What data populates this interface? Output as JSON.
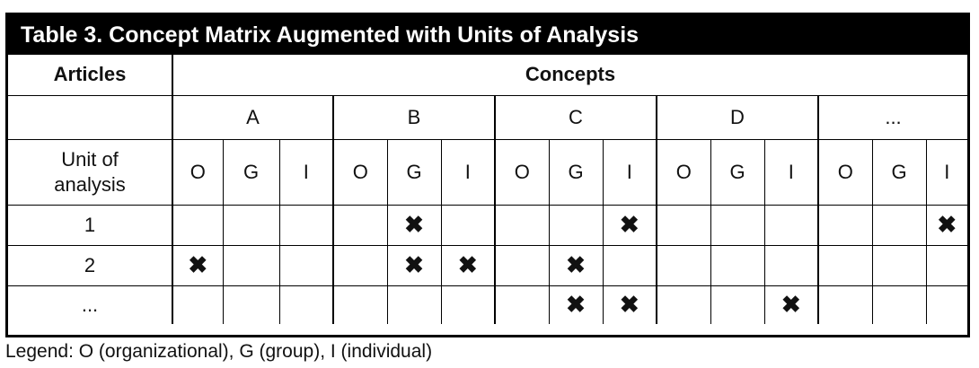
{
  "title": "Table 3.  Concept Matrix Augmented with Units of Analysis",
  "header": {
    "articles": "Articles",
    "concepts": "Concepts"
  },
  "concept_groups": [
    "A",
    "B",
    "C",
    "D",
    "..."
  ],
  "unit_label": [
    "Unit of",
    "analysis"
  ],
  "subcolumns": [
    "O",
    "G",
    "I",
    "O",
    "G",
    "I",
    "O",
    "G",
    "I",
    "O",
    "G",
    "I",
    "O",
    "G",
    "I"
  ],
  "mark_symbol": "✖",
  "rows": [
    {
      "label": "1",
      "marks": [
        0,
        0,
        0,
        0,
        1,
        0,
        0,
        0,
        1,
        0,
        0,
        0,
        0,
        0,
        1
      ]
    },
    {
      "label": "2",
      "marks": [
        1,
        0,
        0,
        0,
        1,
        1,
        0,
        1,
        0,
        0,
        0,
        0,
        0,
        0,
        0
      ]
    },
    {
      "label": "...",
      "marks": [
        0,
        0,
        0,
        0,
        0,
        0,
        0,
        1,
        1,
        0,
        0,
        1,
        0,
        0,
        0
      ]
    }
  ],
  "legend": "Legend: O (organizational), G (group), I (individual)"
}
